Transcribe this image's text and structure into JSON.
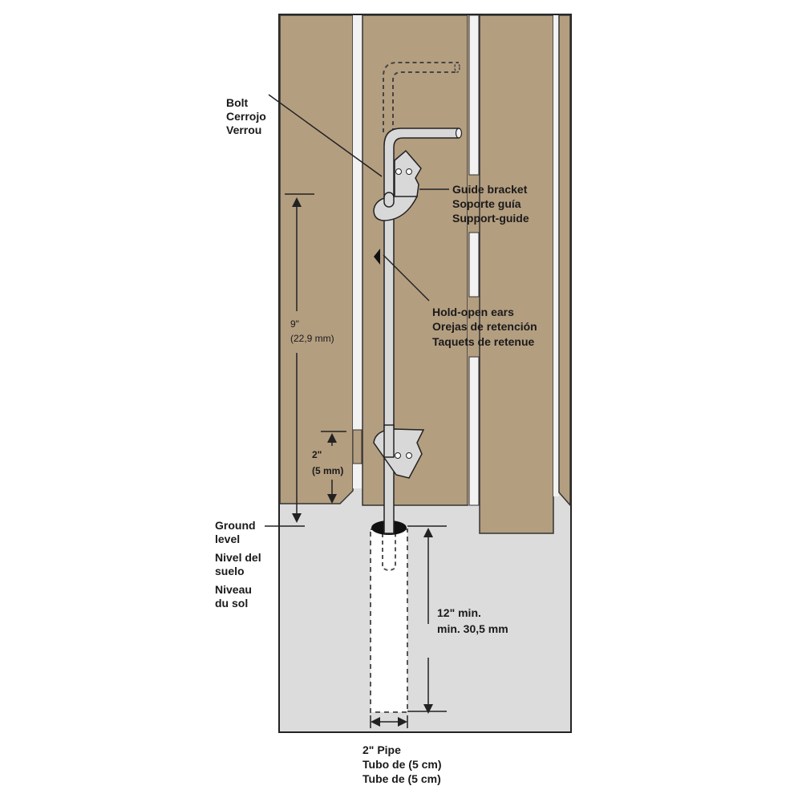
{
  "colors": {
    "board": "#b49e80",
    "ground": "#dcdcdc",
    "gap": "#f2f2f2",
    "metal": "#d8d8d8",
    "line": "#222222"
  },
  "labels": {
    "bolt": [
      "Bolt",
      "Cerrojo",
      "Verrou"
    ],
    "guide_bracket": [
      "Guide bracket",
      "Soporte guía",
      "Support-guide"
    ],
    "hold_open_ears": [
      "Hold-open ears",
      "Orejas de retención",
      "Taquets de retenue"
    ],
    "height_9": [
      "9\"",
      "(22,9 mm)"
    ],
    "height_2": [
      "2\"",
      "(5 mm)"
    ],
    "ground_level": [
      "Ground",
      "level",
      "Nivel del",
      "suelo",
      "Niveau",
      "du sol"
    ],
    "depth": [
      "12\" min.",
      "min. 30,5 mm"
    ],
    "pipe": [
      "2\" Pipe",
      "Tubo de (5 cm)",
      "Tube de (5 cm)"
    ]
  }
}
